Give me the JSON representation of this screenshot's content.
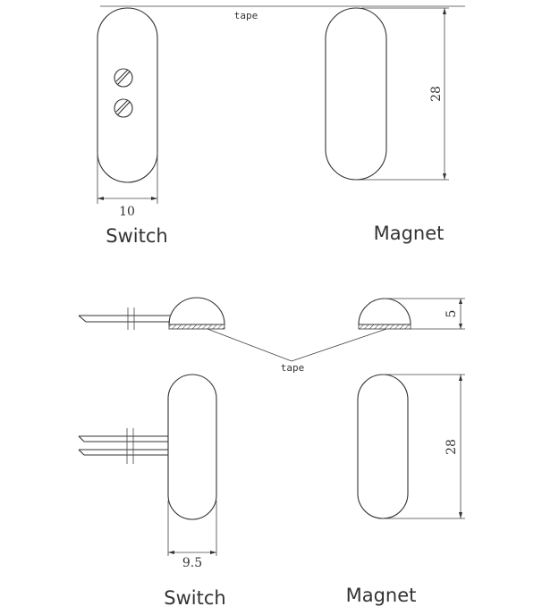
{
  "labels": {
    "tape_top": "tape",
    "tape_middle": "tape",
    "switch_caption_top": "Switch",
    "magnet_caption_top": "Magnet",
    "switch_caption_bottom": "Switch",
    "magnet_caption_bottom": "Magnet"
  },
  "dimensions": {
    "switch_width_top": "10",
    "magnet_length_top": "28",
    "dome_height": "5",
    "magnet_length_bottom": "28",
    "switch_width_bottom": "9.5"
  },
  "colors": {
    "line": "#333333",
    "background": "#ffffff"
  }
}
